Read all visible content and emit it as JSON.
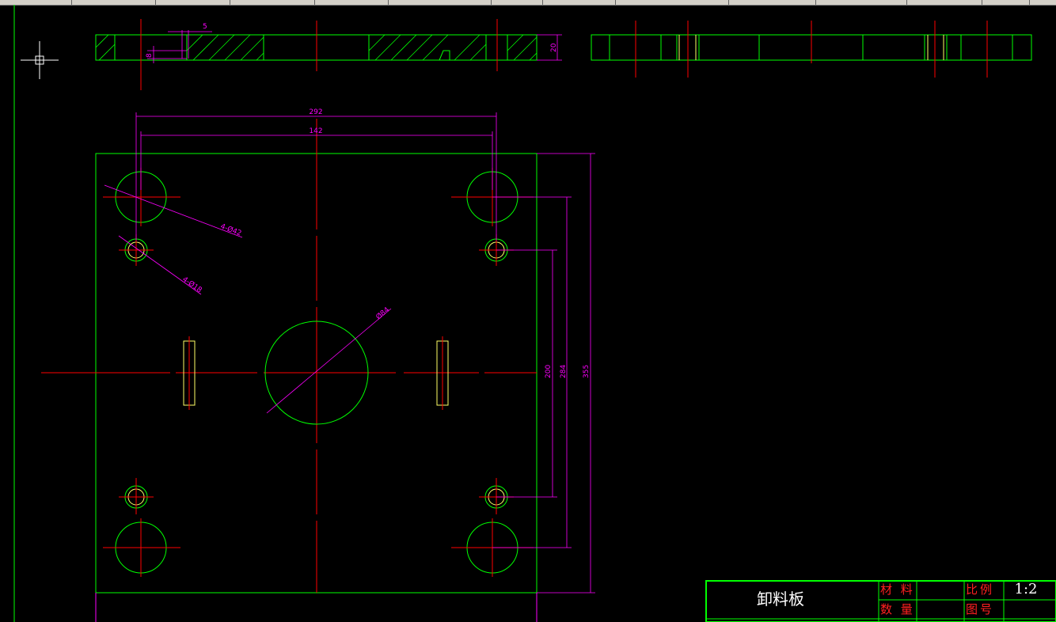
{
  "app": {
    "type": "CAD drawing viewport",
    "background": "#000000"
  },
  "colors": {
    "outline": "#00ff00",
    "centerline": "#ff0000",
    "dimension": "#ff00ff",
    "hole_highlight": "#ffff66",
    "text": "#ffffff"
  },
  "dimensions": {
    "side_width": "5",
    "side_height": "8",
    "thickness": "20",
    "top_span_outer": "292",
    "top_span_inner": "142",
    "hole_large_note": "4-Ø42",
    "hole_small_note": "4-Ø18",
    "center_dia": "Ø84",
    "vert_inner": "200",
    "vert_mid": "284",
    "vert_outer": "355"
  },
  "title_block": {
    "part_name": "卸料板",
    "material_label": "材 料",
    "quantity_label": "数 量",
    "scale_label": "比例",
    "drawing_no_label": "图号",
    "scale_value": "1:2",
    "material_value": "",
    "quantity_value": "",
    "drawing_no_value": ""
  },
  "icons": {
    "cursor": "crosshair-cursor-icon"
  }
}
